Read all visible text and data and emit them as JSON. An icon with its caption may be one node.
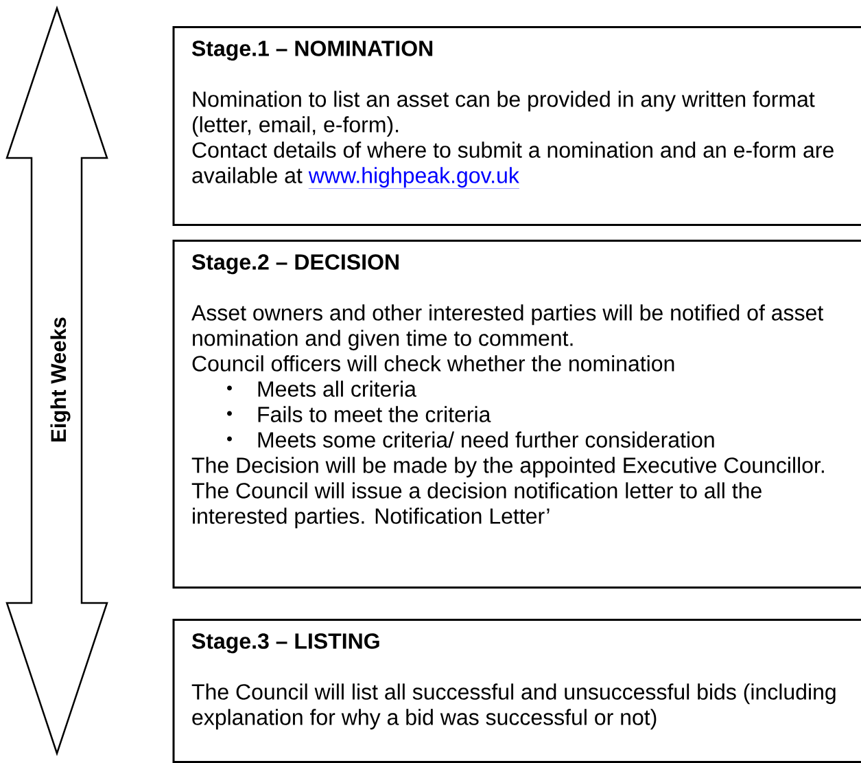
{
  "diagram": {
    "nodes": [
      {
        "text": [
          "Eight Weeks"
        ]
      },
      {
        "text": [
          "Stage.1 – NOMINATION",
          "Nomination to list an asset can be provided in any written format (letter, email, e-form).",
          "Contact details of where to submit a nomination and an e-form are available at",
          "www.highpeak.gov.uk"
        ]
      },
      {
        "text": [
          "Stage.2 – DECISION",
          "Asset owners and other interested parties will be notified of asset nomination and given time to comment.",
          "Council officers will check whether the nomination",
          "Meets all criteria",
          "Fails to meet the criteria",
          "Meets some criteria/ need further consideration",
          "The Decision will be made by the appointed Executive Councillor.",
          "The Council will issue a decision notification letter to all the interested parties. Notification Letter’"
        ]
      },
      {
        "text": [
          "Stage.3 – LISTING",
          "The Council will list all successful and unsuccessful bids (including explanation for why a bid was successful or not)"
        ]
      }
    ]
  }
}
